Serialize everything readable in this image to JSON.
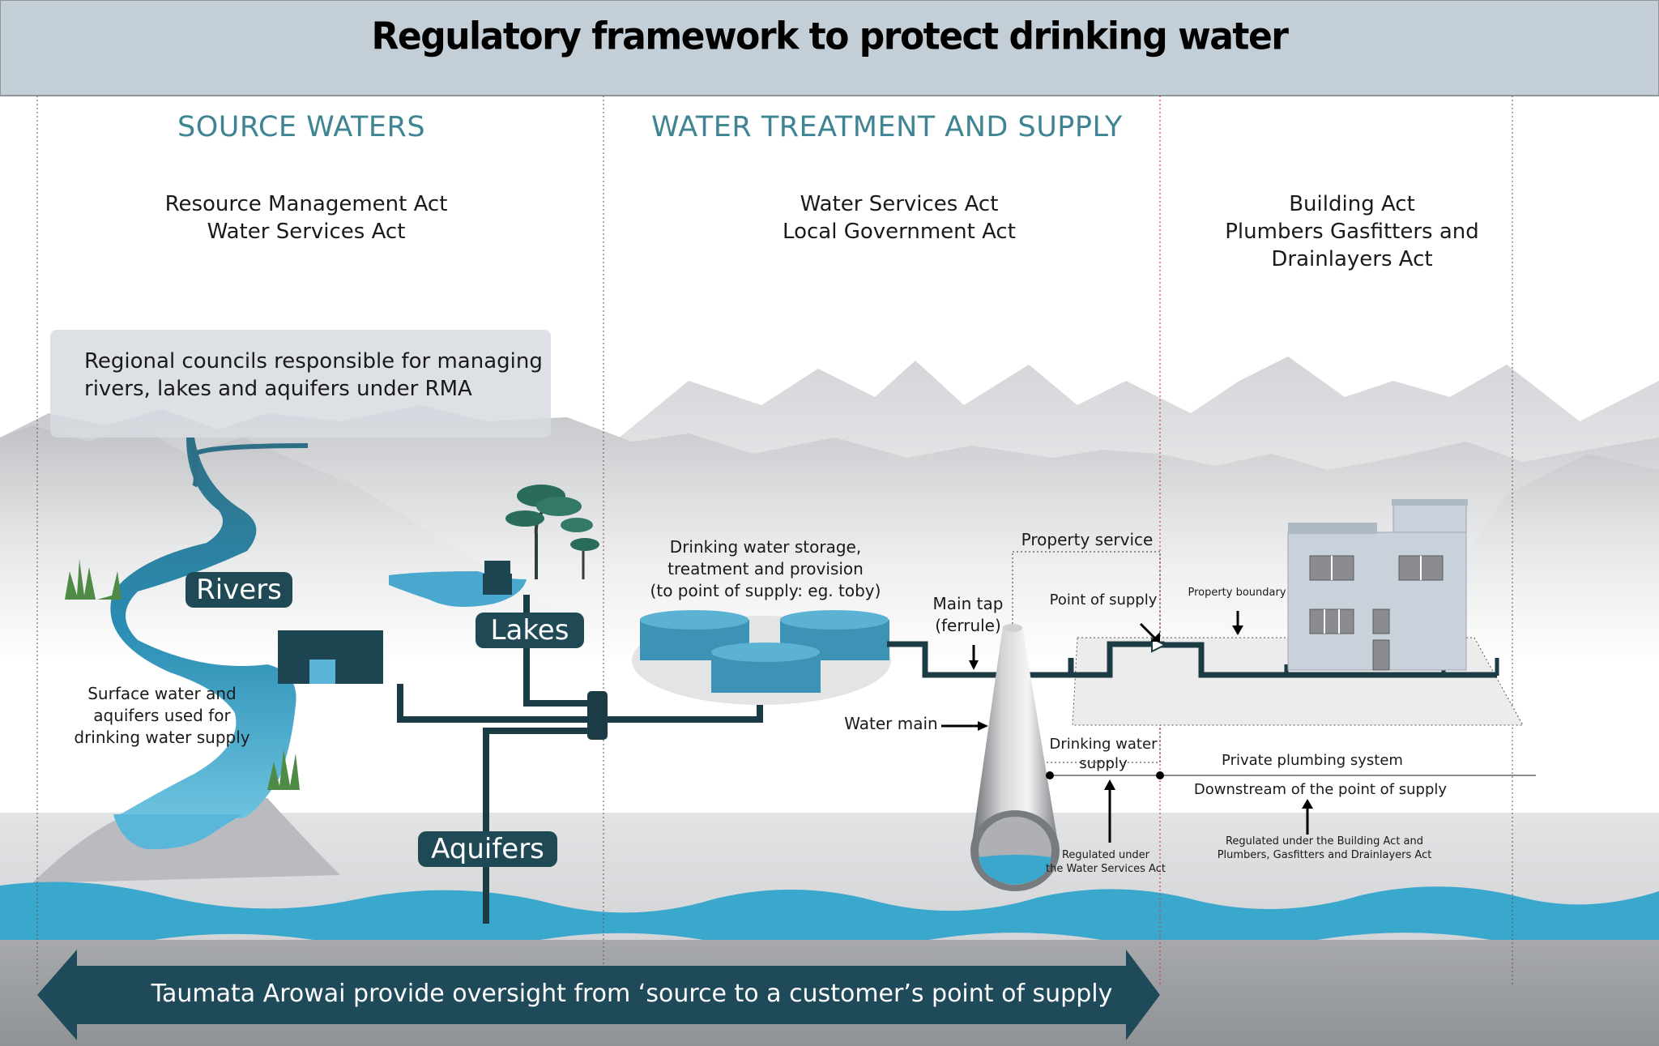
{
  "title": "Regulatory framework to protect drinking water",
  "sections": {
    "source": "SOURCE WATERS",
    "treatment": "WATER TREATMENT AND SUPPLY"
  },
  "acts": {
    "source": [
      "Resource Management Act",
      "Water Services Act"
    ],
    "treatment": [
      "Water Services Act",
      "Local Government Act"
    ],
    "building": [
      "Building Act",
      "Plumbers Gasfitters and",
      "Drainlayers Act"
    ]
  },
  "councils_note": [
    "Regional councils responsible for managing",
    "rivers, lakes and aquifers under RMA"
  ],
  "water_bodies": {
    "rivers": "Rivers",
    "lakes": "Lakes",
    "aquifers": "Aquifers"
  },
  "labels": {
    "surface_water": [
      "Surface water and",
      "aquifers used for",
      "drinking water supply"
    ],
    "storage": [
      "Drinking water storage,",
      "treatment and provision",
      "(to point of supply: eg. toby)"
    ],
    "main_tap": [
      "Main tap",
      "(ferrule)"
    ],
    "water_main": "Water main",
    "property_service": "Property service",
    "point_of_supply": "Point of supply",
    "property_boundary": "Property boundary",
    "drinking_water_supply": [
      "Drinking water",
      "supply"
    ],
    "regulated_wsa": [
      "Regulated under",
      "the Water Services Act"
    ],
    "private_plumbing": "Private plumbing system",
    "downstream": "Downstream of the point of supply",
    "regulated_ba": [
      "Regulated under the Building Act and",
      "Plumbers, Gasfitters and Drainlayers Act"
    ]
  },
  "oversight": "Taumata Arowai provide oversight from ‘source to a customer’s point of supply",
  "colors": {
    "header_bg": "#c3ced6",
    "section_text": "#3f8493",
    "pill_bg": "#1f4a55",
    "pipe": "#1c3c45",
    "water": "#3aa7cd",
    "tank": "#3d93b5",
    "arrow": "#1f4a5a"
  }
}
